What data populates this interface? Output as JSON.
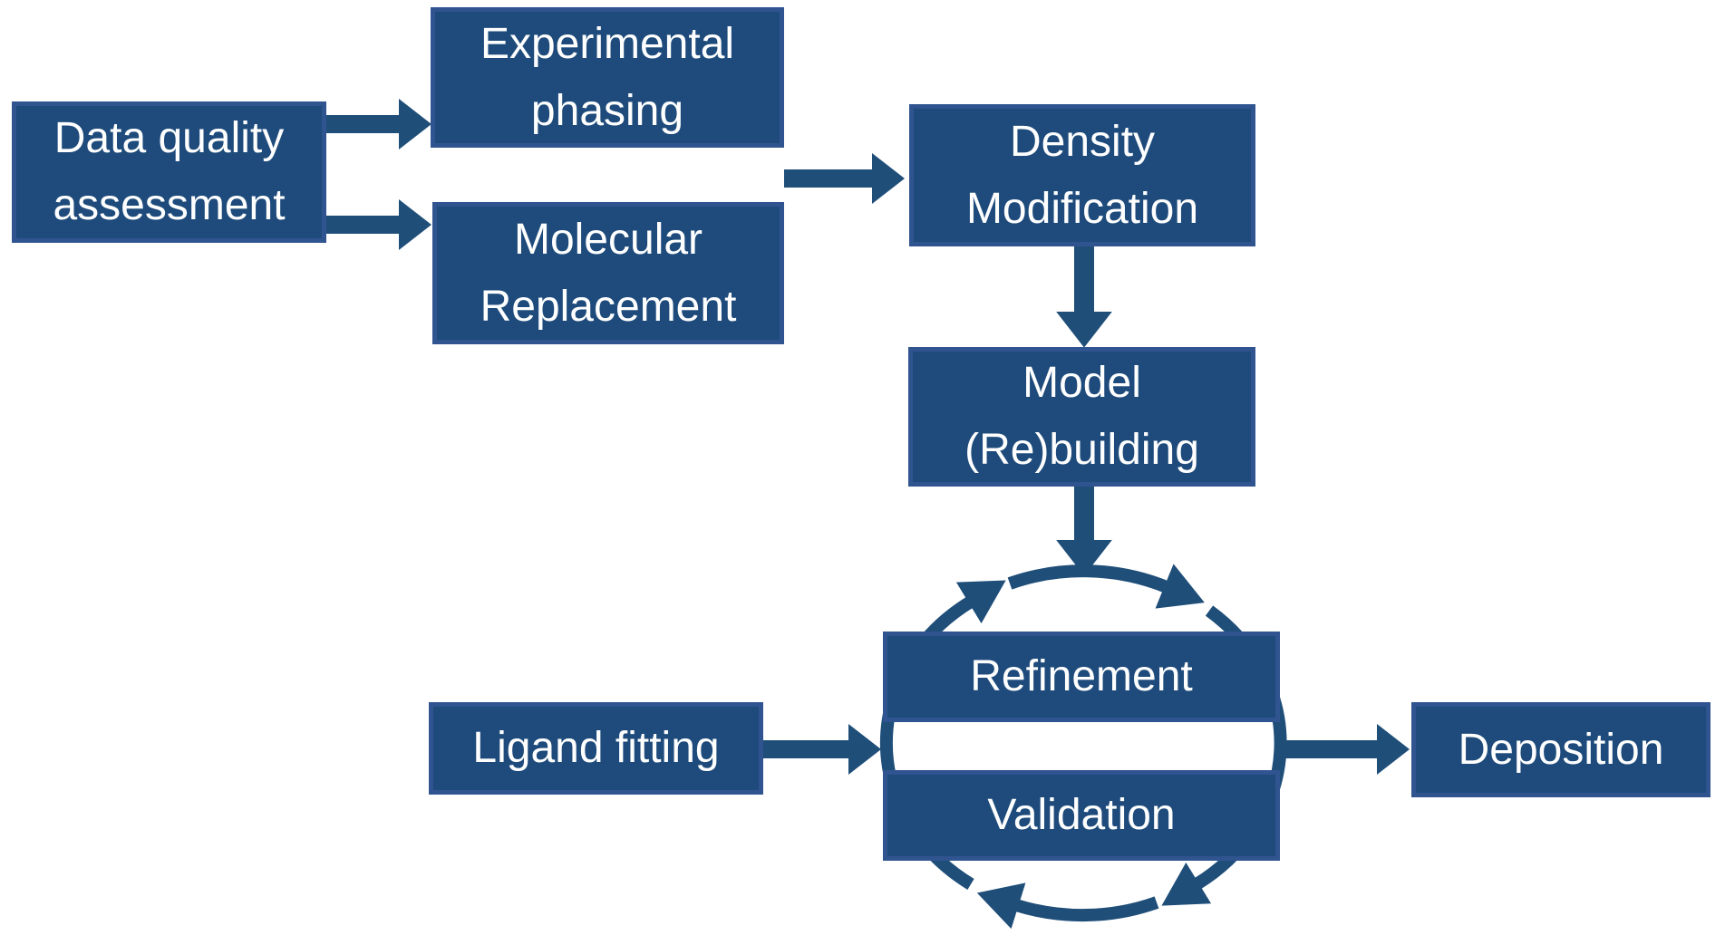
{
  "diagram": {
    "nodes": {
      "data_quality": "Data quality assessment",
      "experimental_phasing": "Experimental phasing",
      "molecular_replacement": "Molecular Replacement",
      "density_modification": "Density Modification",
      "model_rebuilding": "Model (Re)building",
      "refinement": "Refinement",
      "validation": "Validation",
      "ligand_fitting": "Ligand fitting",
      "deposition": "Deposition"
    },
    "colors": {
      "box_fill": "#1E4B7B",
      "box_border": "#30548F",
      "arrow": "#1F4E79",
      "text": "#FFFFFF",
      "background": "#FFFFFF"
    }
  }
}
